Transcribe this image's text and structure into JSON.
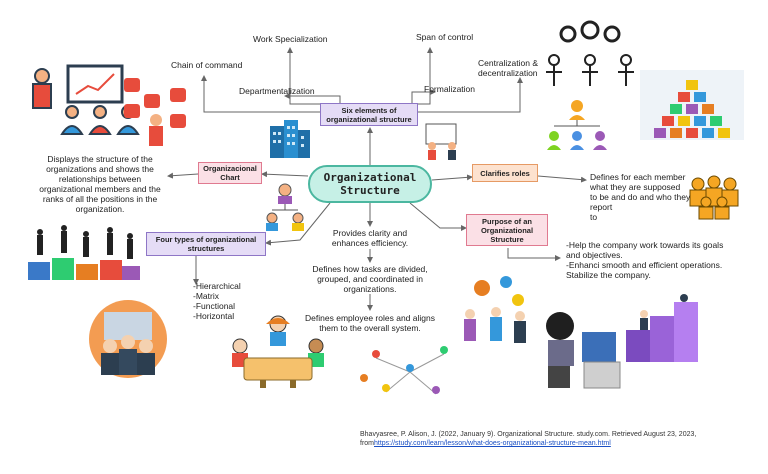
{
  "center": {
    "title_line1": "Organizational",
    "title_line2": "Structure"
  },
  "top_box": {
    "line1": "Six elements of",
    "line2": "organizational structure"
  },
  "elements": {
    "work_specialization": "Work Specialization",
    "span_of_control": "Span of control",
    "chain_of_command": "Chain of command",
    "centralization_line1": "Centralization &",
    "centralization_line2": "decentralization",
    "departmentalization": "Departmentalization",
    "formalization": "Formalization"
  },
  "org_chart_box": {
    "line1": "Organizacional",
    "line2": "Chart"
  },
  "org_chart_desc": [
    "Displays the structure of the",
    "organizations and shows the",
    "relationships between",
    "organizational members and the",
    "ranks of all the positions in the",
    "organization."
  ],
  "clarifies_box": {
    "label": "Clarifies roles"
  },
  "clarifies_desc": [
    "Defines for each member",
    "what they are supposed",
    "to be and do and who they report",
    "to"
  ],
  "four_types_box": {
    "line1": "Four types of organizational",
    "line2": "structures"
  },
  "four_types_list": [
    "-Hierarchical",
    "-Matrix",
    "-Functional",
    "-Horizontal"
  ],
  "purpose_box": {
    "line1": "Purpose of an",
    "line2": "Organizational",
    "line3": "Structure"
  },
  "purpose_desc": [
    "-Help the company work towards its goals",
    "and objectives.",
    "-Enhanci smooth and efficient operations.",
    "Stabilize the company."
  ],
  "center_chain": {
    "clarity_line1": "Provides clarity and",
    "clarity_line2": "enhances efficiency.",
    "tasks_line1": "Defines how tasks are divided,",
    "tasks_line2": "grouped, and coordinated in",
    "tasks_line3": "organizations.",
    "roles_line1": "Defines employee roles and aligns",
    "roles_line2": "them to the overall system."
  },
  "citation": {
    "line1": "Bhavyasree, P. Alison, J. (2022, January 9). Organizational Structure. study.com. Retrieved August 23, 2023,",
    "from": "from",
    "url": "https://study.com/learn/lesson/what-does-organizational-structure-mean.html"
  },
  "colors": {
    "center_fill": "#c6f0e6",
    "center_border": "#4bb7a0",
    "pink": "#fbe0e6",
    "lavender": "#e5dcf6",
    "peach": "#fde2cf"
  }
}
